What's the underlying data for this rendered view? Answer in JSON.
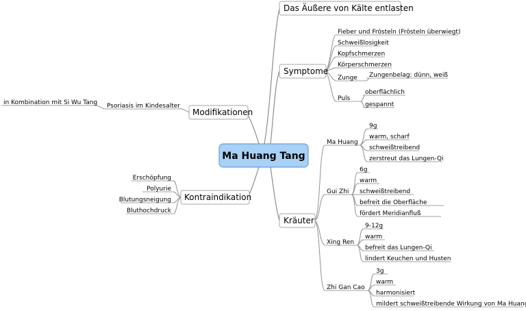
{
  "central": "Ma Huang Tang",
  "topics": {
    "entlasten": "Das Äußere von Kälte entlasten",
    "symptome": "Symptome",
    "modifikationen": "Modifikationen",
    "kontraindikation": "Kontraindikation",
    "kraeuter": "Kräuter"
  },
  "symptome": {
    "items": [
      "Fieber und Frösteln (Frösteln überwiegt)",
      "Schweißlosigkeit",
      "Kopfschmerzen",
      "Körperschmerzen"
    ],
    "zunge": {
      "label": "Zunge",
      "detail": "Zungenbelag: dünn, weiß"
    },
    "puls": {
      "label": "Puls",
      "details": [
        "oberflächlich",
        "gespannt"
      ]
    }
  },
  "modifikationen": {
    "item": "Psoriasis im Kindesalter",
    "detail": "in Kombination mit Si Wu Tang"
  },
  "kontraindikation": {
    "items": [
      "Erschöpfung",
      "Polyurie",
      "Blutungsneigung",
      "Bluthochdruck"
    ]
  },
  "kraeuter": [
    {
      "name": "Ma Huang",
      "details": [
        "9g",
        "warm, scharf",
        "schweißtreibend",
        "zerstreut das Lungen-Qi"
      ]
    },
    {
      "name": "Gui Zhi",
      "details": [
        "6g",
        "warm",
        "schweißtreibend",
        "befreit die Oberfläche",
        "fördert Meridianfluß"
      ]
    },
    {
      "name": "Xing Ren",
      "details": [
        "9-12g",
        "warm",
        "befreit das Lungen-Qi",
        "lindert Keuchen und Husten"
      ]
    },
    {
      "name": "Zhi Gan Cao",
      "details": [
        "3g",
        "warm",
        "harmonisiert",
        "mildert schweißtreibende Wirkung von Ma Huang"
      ]
    }
  ]
}
